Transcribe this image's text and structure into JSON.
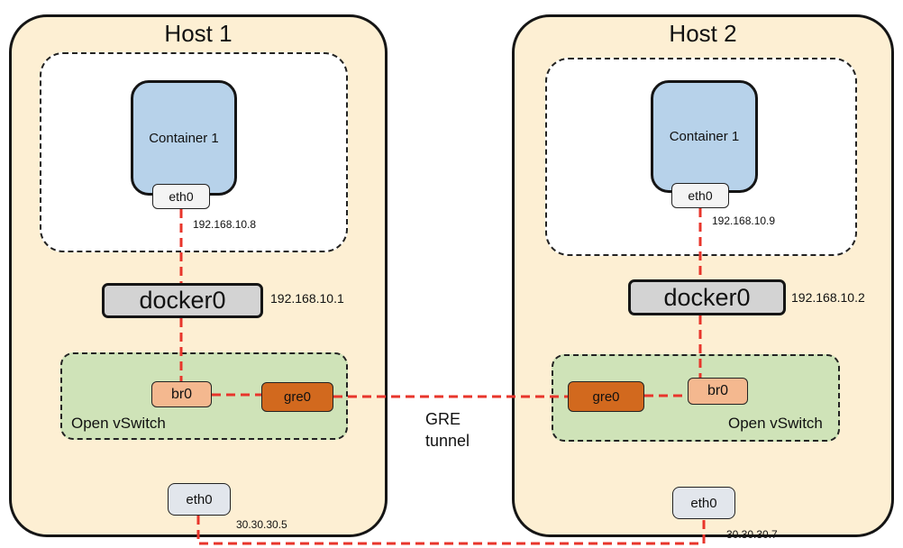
{
  "hosts": [
    {
      "title": "Host 1",
      "container_label": "Container 1",
      "container_nic": "eth0",
      "container_ip": "192.168.10.8",
      "docker_label": "docker0",
      "docker_ip": "192.168.10.1",
      "bridge_label": "br0",
      "gre_label": "gre0",
      "ovs_label": "Open vSwitch",
      "host_nic": "eth0",
      "host_ip": "30.30.30.5"
    },
    {
      "title": "Host 2",
      "container_label": "Container 1",
      "container_nic": "eth0",
      "container_ip": "192.168.10.9",
      "docker_label": "docker0",
      "docker_ip": "192.168.10.2",
      "bridge_label": "br0",
      "gre_label": "gre0",
      "ovs_label": "Open vSwitch",
      "host_nic": "eth0",
      "host_ip": "30.30.30.7"
    }
  ],
  "tunnel": {
    "line1": "GRE",
    "line2": "tunnel"
  },
  "colors": {
    "host_fill": "#fdefd3",
    "container_fill": "#b7d2ea",
    "ovs_fill": "#cfe3b8",
    "docker_fill": "#d3d3d3",
    "bridge_fill": "#f4b88f",
    "gre_fill": "#d2691e",
    "link": "#e8352b"
  }
}
